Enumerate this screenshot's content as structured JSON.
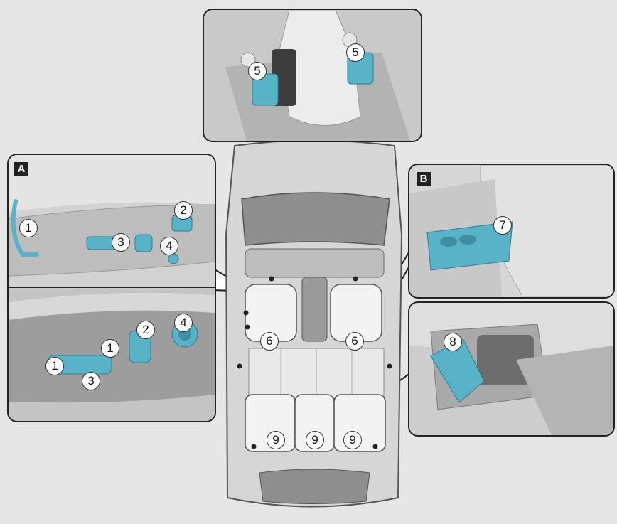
{
  "panel_tags": {
    "a": "A",
    "b": "B"
  },
  "callouts": {
    "n1": "1",
    "n2": "2",
    "n3": "3",
    "n4": "4",
    "n5": "5",
    "n6": "6",
    "n7": "7",
    "n8": "8",
    "n9": "9"
  },
  "colors": {
    "highlight": "#58b3c9",
    "background": "#e6e6e6",
    "outline": "#222222"
  }
}
